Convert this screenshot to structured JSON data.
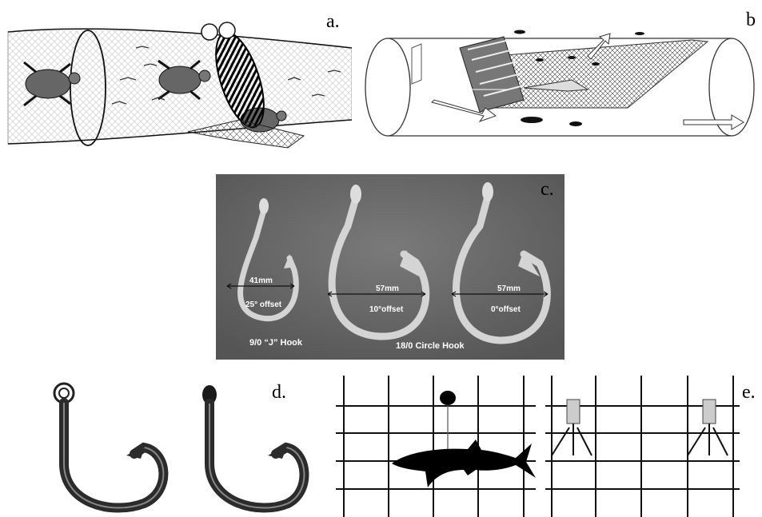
{
  "panels": {
    "a": {
      "label": "a."
    },
    "b": {
      "label": "b"
    },
    "c": {
      "label": "c.",
      "hooks": [
        {
          "width": "41mm",
          "offset": "25° offset"
        },
        {
          "width": "57mm",
          "offset": "10°offset"
        },
        {
          "width": "57mm",
          "offset": "0°offset"
        }
      ],
      "captions": {
        "j_hook": "9/0 “J” Hook",
        "circle_hook": "18/0 Circle Hook"
      }
    },
    "d": {
      "label": "d."
    },
    "e": {
      "label": "e."
    }
  },
  "colors": {
    "photo_bg": "#6e6e6e",
    "ink": "#000000",
    "metal": "#d4d4d4"
  }
}
